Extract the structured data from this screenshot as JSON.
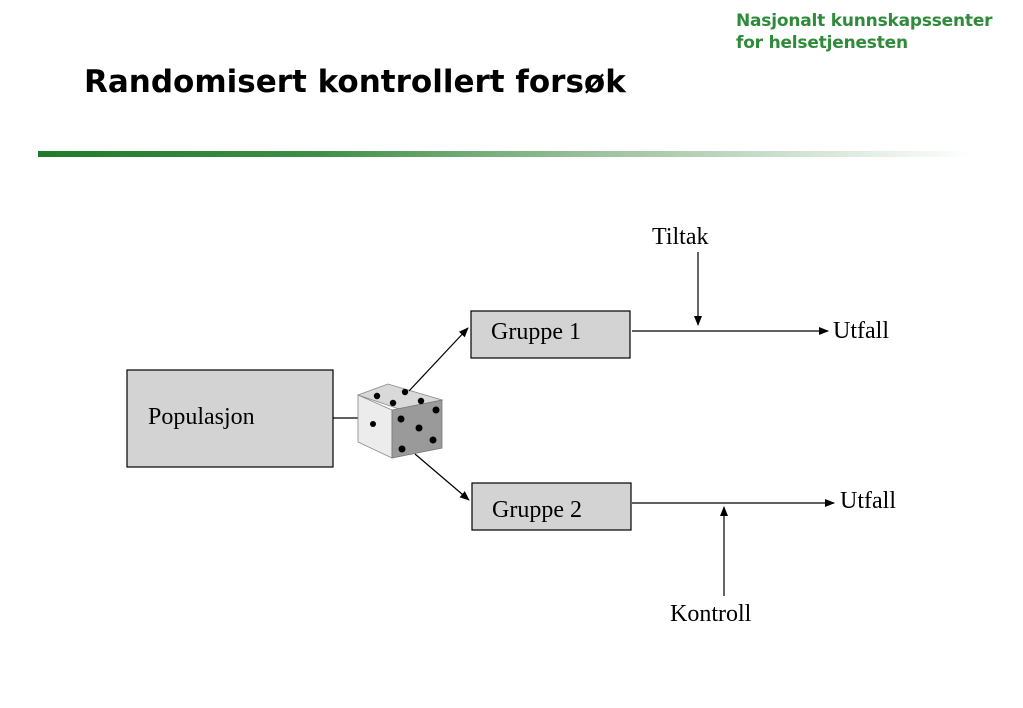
{
  "header": {
    "brand_line1": "Nasjonalt kunnskapssenter",
    "brand_line2": "for helsetjenesten",
    "title": "Randomisert kontrollert forsøk"
  },
  "diagram": {
    "population": "Populasjon",
    "group1": "Gruppe 1",
    "group2": "Gruppe 2",
    "intervention": "Tiltak",
    "control": "Kontroll",
    "outcome1": "Utfall",
    "outcome2": "Utfall",
    "randomizer_icon": "dice-icon"
  },
  "colors": {
    "brand_green": "#2e8b3a",
    "box_fill": "#d3d3d3",
    "die_dark": "#9a9a9a",
    "die_light": "#e8e8e8"
  }
}
